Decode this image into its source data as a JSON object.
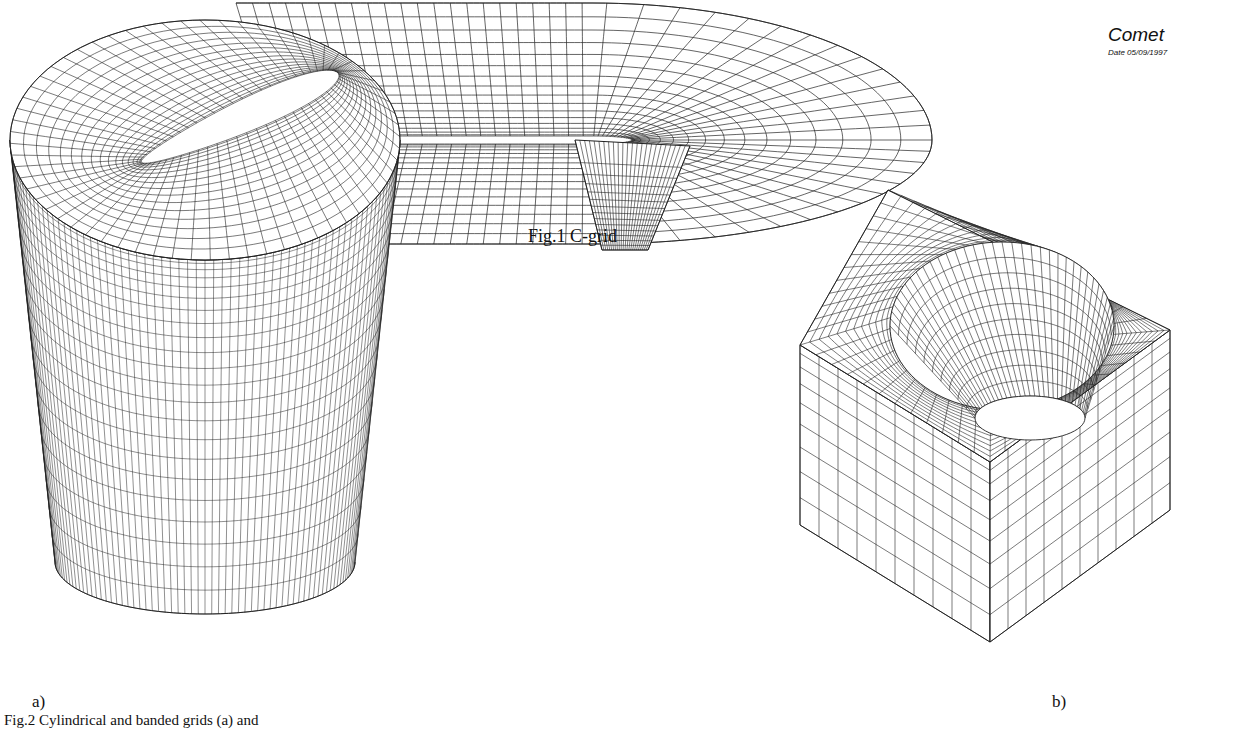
{
  "diagram": {
    "caption": "Fig.2 Cylindrical and banded grids (a) and",
    "labels": [
      "Fig.1 C-grid",
      "a)",
      "b)",
      "Comet",
      "Date 05/09/1997"
    ]
  }
}
